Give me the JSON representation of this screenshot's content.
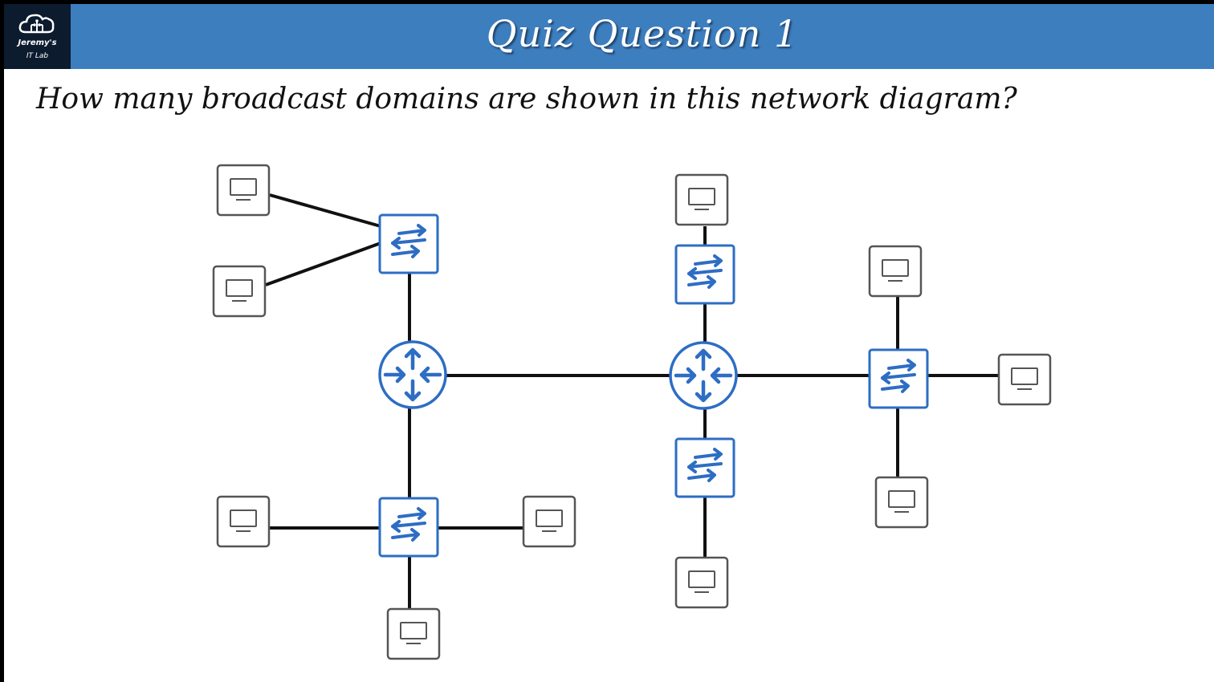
{
  "logo": {
    "line1": "Jeremy's",
    "line2": "IT Lab",
    "icon": "cloud-circuit-icon"
  },
  "header": {
    "title": "Quiz Question 1"
  },
  "question": {
    "text": "How many broadcast domains are shown in this network diagram?"
  },
  "colors": {
    "header_bg": "#3d7ebf",
    "logo_bg": "#0d1b2e",
    "device_blue": "#2e6dc4",
    "pc_border": "#555555",
    "link": "#111111"
  },
  "diagram": {
    "routers": [
      "router-1",
      "router-2"
    ],
    "switches": [
      "switch-1",
      "switch-2",
      "switch-3",
      "switch-4",
      "switch-5"
    ],
    "pcs": [
      "pc-1",
      "pc-2",
      "pc-3",
      "pc-4",
      "pc-5",
      "pc-6",
      "pc-7",
      "pc-8",
      "pc-9",
      "pc-10"
    ]
  }
}
